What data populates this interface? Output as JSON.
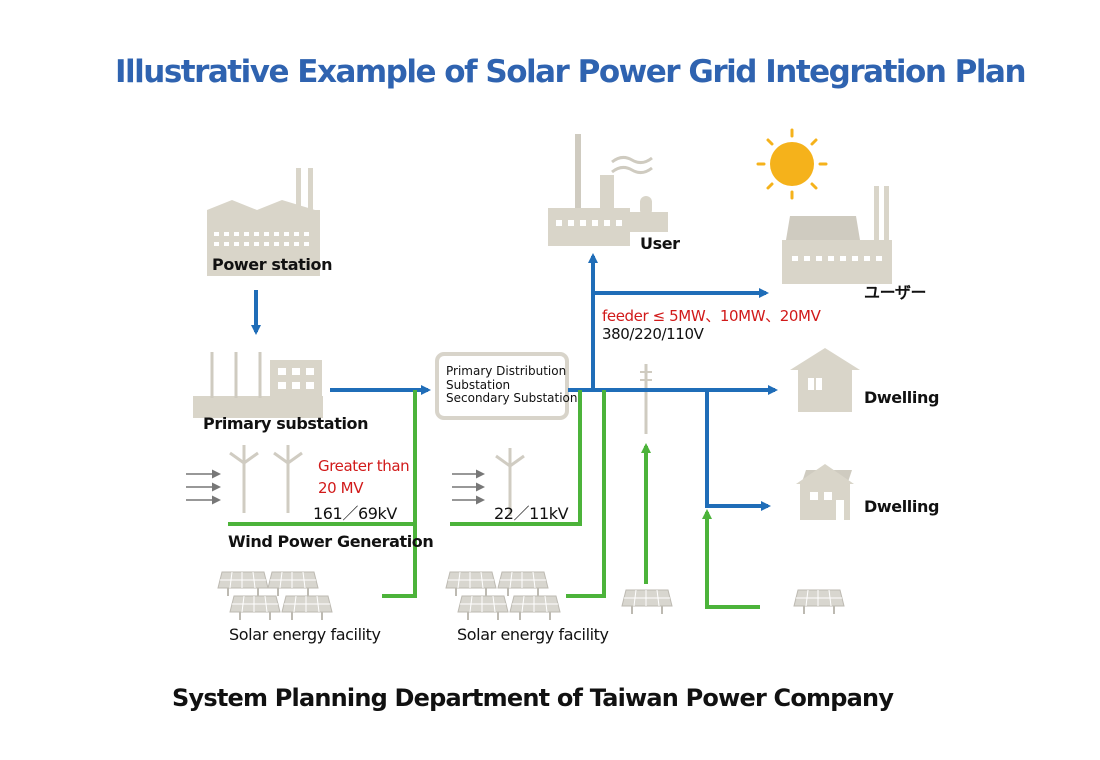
{
  "title": "Illustrative Example of Solar Power Grid Integration Plan",
  "footer": "System Planning Department of Taiwan Power Company",
  "labels": {
    "power_station": "Power station",
    "primary_substation": "Primary substation",
    "user": "User",
    "user_jp": "ユーザー",
    "dwelling_1": "Dwelling",
    "dwelling_2": "Dwelling",
    "wind_power": "Wind Power Generation",
    "solar_1": "Solar energy facility",
    "solar_2": "Solar energy facility",
    "greater_than_1": "Greater than",
    "greater_than_2": "20 MV",
    "voltage_hv": "161／69kV",
    "voltage_mv": "22／11kV",
    "feeder": "feeder ≤ 5MW、10MW、20MV",
    "voltage_lv": "380/220/110V",
    "dist_sub_1": "Primary Distribution",
    "dist_sub_2": "Substation",
    "dist_sub_3": "Secondary Substation"
  },
  "colors": {
    "title": "#2f63b0",
    "transmission_line": "#1f6db8",
    "generation_line": "#4cb33a",
    "highlight_text": "#d11a1a",
    "building": "#d9d5c9",
    "sun": "#f5b21b"
  }
}
